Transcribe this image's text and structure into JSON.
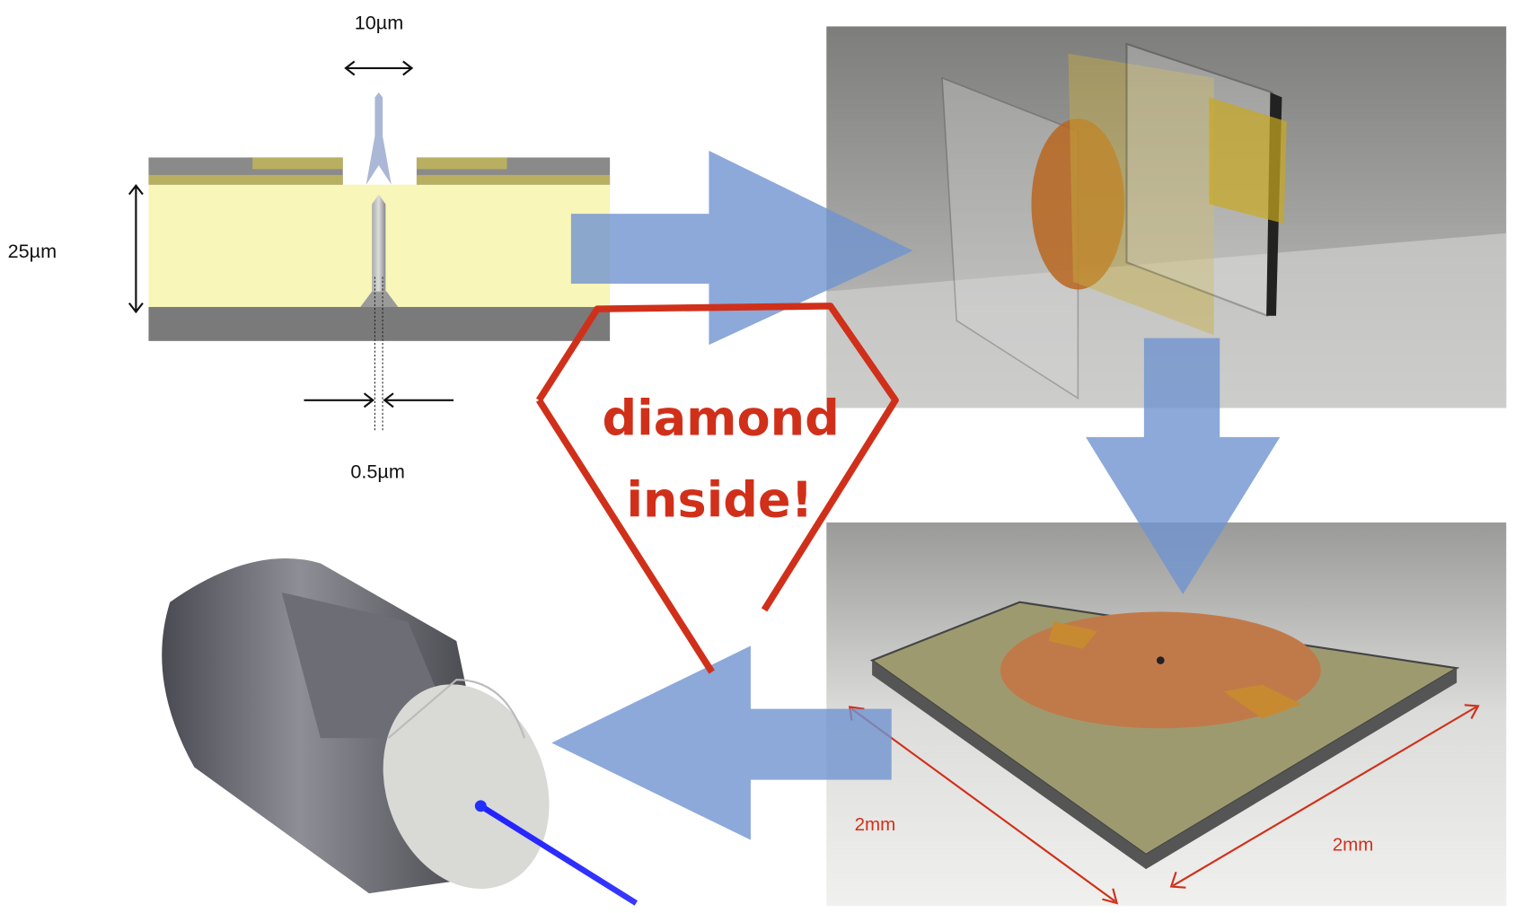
{
  "cross_section": {
    "top_width_label": "10µm",
    "thickness_label": "25µm",
    "pinhole_label": "0.5µm"
  },
  "callout": {
    "line1": "diamond",
    "line2": "inside!"
  },
  "device": {
    "width_label": "2mm",
    "depth_label": "2mm"
  },
  "colors": {
    "arrow": "#6f93d0",
    "callout": "#d0301a",
    "membrane": "#f8f6b8",
    "gold": "#b8b060"
  }
}
